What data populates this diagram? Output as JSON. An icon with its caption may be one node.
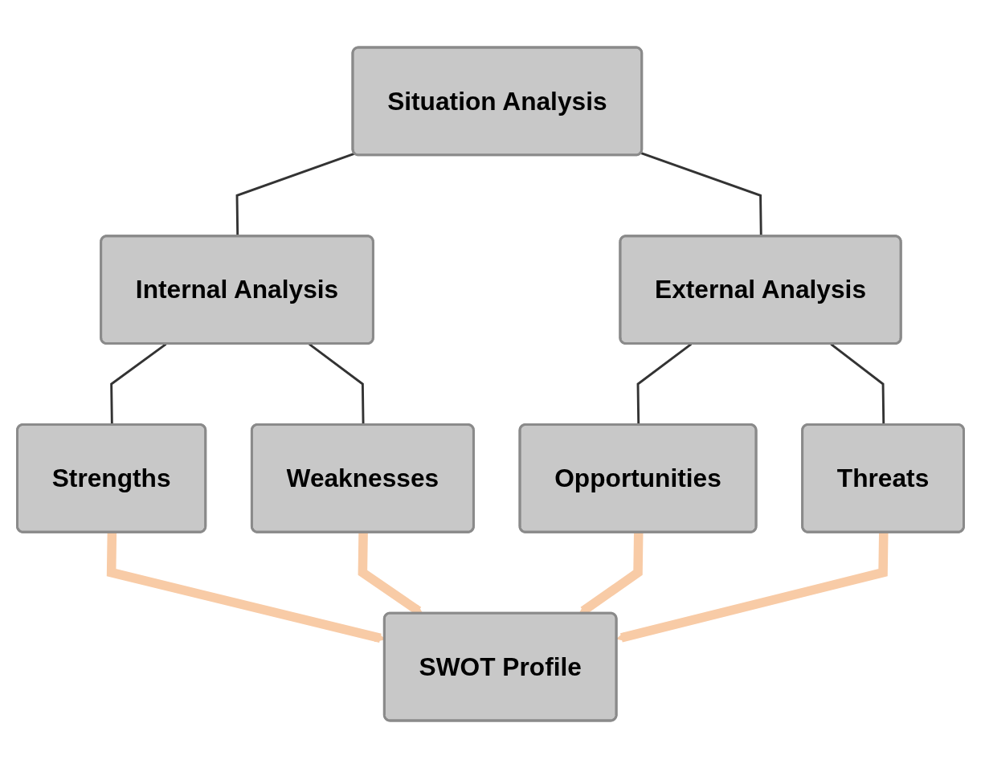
{
  "diagram": {
    "nodes": [
      {
        "text": [
          "Situation Analysis"
        ]
      },
      {
        "text": [
          "Internal Analysis"
        ]
      },
      {
        "text": [
          "External Analysis"
        ]
      },
      {
        "text": [
          "Strengths"
        ]
      },
      {
        "text": [
          "Weaknesses"
        ]
      },
      {
        "text": [
          "Opportunities"
        ]
      },
      {
        "text": [
          "Threats"
        ]
      },
      {
        "text": [
          "SWOT Profile"
        ]
      }
    ],
    "edges": [
      {
        "from": 0,
        "to": 1,
        "arrow": "none"
      },
      {
        "from": 0,
        "to": 2,
        "arrow": "none"
      },
      {
        "from": 1,
        "to": 3,
        "arrow": "none"
      },
      {
        "from": 1,
        "to": 4,
        "arrow": "none"
      },
      {
        "from": 2,
        "to": 5,
        "arrow": "none"
      },
      {
        "from": 2,
        "to": 6,
        "arrow": "none"
      },
      {
        "from": 3,
        "to": 7,
        "arrow": "to",
        "style": "thick",
        "color": "#f8cba6"
      },
      {
        "from": 4,
        "to": 7,
        "arrow": "to",
        "style": "thick",
        "color": "#f8cba6"
      },
      {
        "from": 5,
        "to": 7,
        "arrow": "to",
        "style": "thick",
        "color": "#f8cba6"
      },
      {
        "from": 6,
        "to": 7,
        "arrow": "to",
        "style": "thick",
        "color": "#f8cba6"
      }
    ]
  }
}
